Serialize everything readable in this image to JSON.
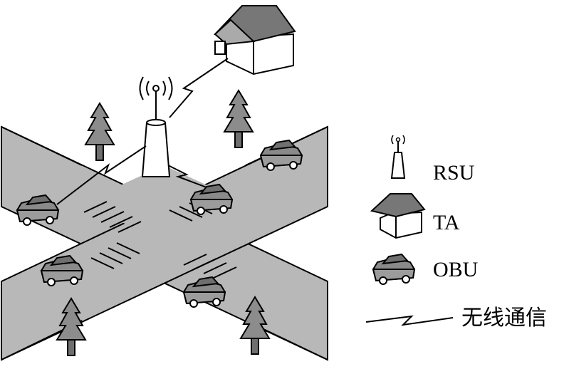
{
  "legend": {
    "rsu_label": "RSU",
    "ta_label": "TA",
    "obu_label": "OBU",
    "wireless_label": "无线通信"
  },
  "colors": {
    "road": "#b8b8b8",
    "car_body": "#8a8a8a",
    "car_roof": "#6f6f6f",
    "roof": "#777777",
    "tree": "#8c8c8c",
    "stroke": "#000000",
    "white": "#ffffff"
  },
  "icons": [
    "rsu-antenna-icon",
    "house-icon",
    "car-icon",
    "tree-icon",
    "wireless-link-icon"
  ]
}
